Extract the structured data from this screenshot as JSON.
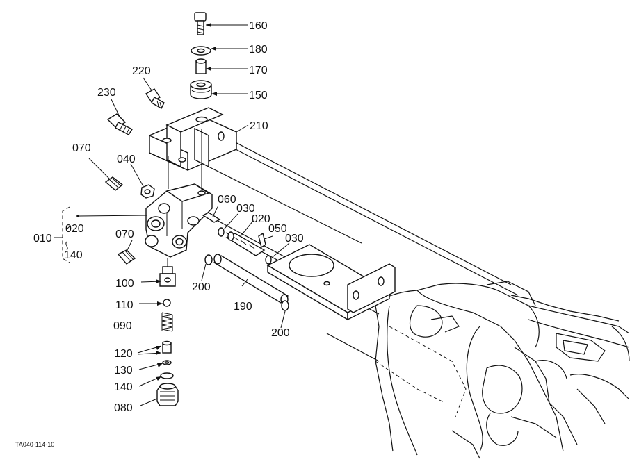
{
  "labels": {
    "p160": "160",
    "p180": "180",
    "p170": "170",
    "p150": "150",
    "p210": "210",
    "p220": "220",
    "p230": "230",
    "p070a": "070",
    "p040": "040",
    "p060": "060",
    "p030a": "030",
    "p020": "020",
    "p050": "050",
    "p030b": "030",
    "p010": "010",
    "p020b": "020",
    "p140b": "140",
    "p070b": "070",
    "p100": "100",
    "p110": "110",
    "p090": "090",
    "p120": "120",
    "p130": "130",
    "p140": "140",
    "p080": "080",
    "p200a": "200",
    "p190": "190",
    "p200b": "200"
  },
  "figure_code": "TA040-114-10"
}
